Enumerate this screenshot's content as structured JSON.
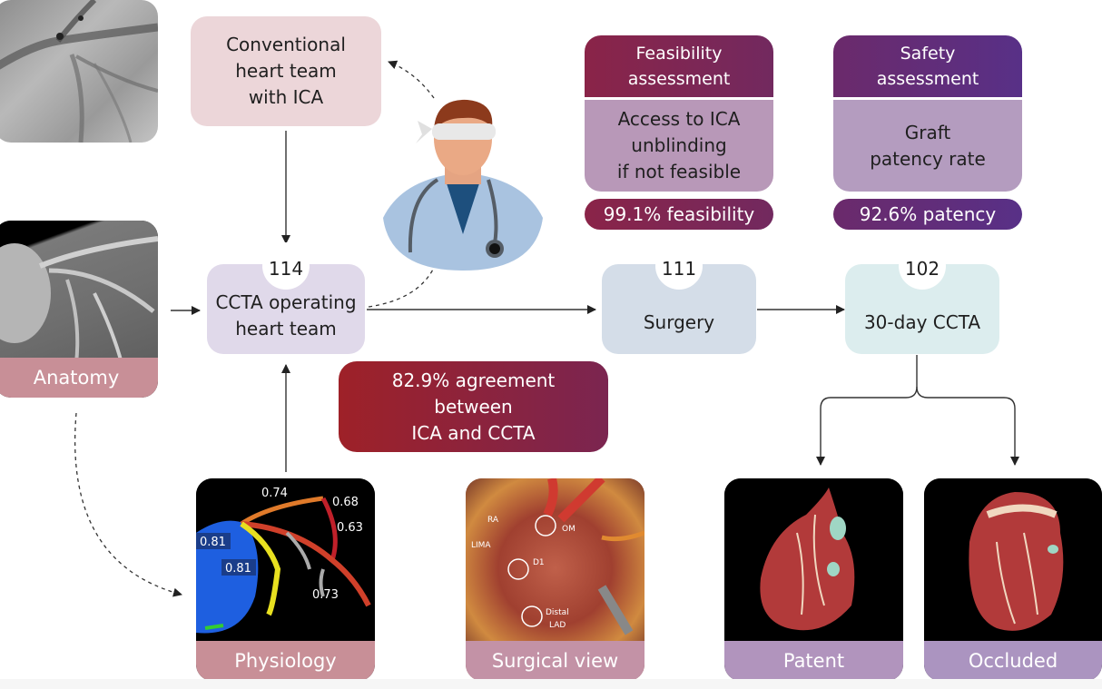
{
  "conventional_team": {
    "lines": [
      "Conventional",
      "heart team",
      "with ICA"
    ]
  },
  "ccta_team": {
    "count": "114",
    "lines": [
      "CCTA operating",
      "heart team"
    ]
  },
  "surgery": {
    "count": "111",
    "label": "Surgery"
  },
  "followup": {
    "count": "102",
    "label": "30-day CCTA"
  },
  "agreement": {
    "lines": [
      "82.9% agreement",
      "between",
      "ICA and CCTA"
    ]
  },
  "feasibility": {
    "header": [
      "Feasibility",
      "assessment"
    ],
    "body": [
      "Access to ICA",
      "unblinding",
      "if not feasible"
    ],
    "result": "99.1% feasibility"
  },
  "safety": {
    "header": [
      "Safety",
      "assessment"
    ],
    "body": [
      "Graft",
      "patency rate"
    ],
    "result": "92.6% patency"
  },
  "tiles": {
    "ica": {
      "icon": "coronary-angiogram-image"
    },
    "anatomy": {
      "caption": "Anatomy",
      "icon": "ccta-anatomy-image"
    },
    "physiology": {
      "caption": "Physiology",
      "icon": "ffr-ct-physiology-image",
      "values": [
        "0.74",
        "0.68",
        "0.63",
        "0.81",
        "0.81",
        "0.73"
      ]
    },
    "surgical": {
      "caption": "Surgical view",
      "icon": "surgical-photo-image",
      "labels": [
        "RA",
        "OM",
        "LIMA",
        "D1",
        "Distal",
        "LAD"
      ]
    },
    "patent": {
      "caption": "Patent",
      "icon": "patent-graft-heart-image"
    },
    "occluded": {
      "caption": "Occluded",
      "icon": "occluded-graft-heart-image"
    }
  },
  "doctor": {
    "icon": "blindfolded-doctor-icon"
  },
  "colors": {
    "conventional_bg": "#ecd6d9",
    "ccta_bg": "#e0d9ea",
    "surgery_bg": "#d4dde8",
    "followup_bg": "#dcedee",
    "agreement_from": "#9e2128",
    "agreement_to": "#7b2550",
    "feasibility_from": "#8a2448",
    "feasibility_to": "#72295f",
    "safety_from": "#6b2a6b",
    "safety_to": "#583087",
    "assessment_body": "#b898b8",
    "caption_pink": "#c88f97",
    "caption_purple": "#ad95bf"
  }
}
